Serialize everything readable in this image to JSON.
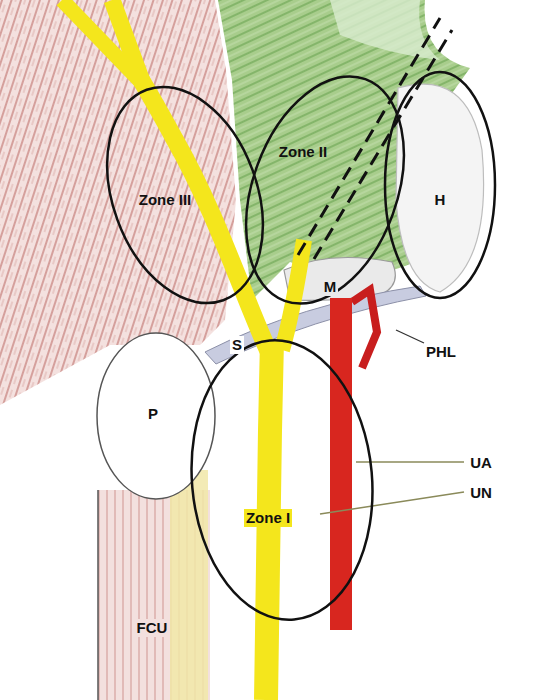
{
  "diagram": {
    "nodes": [
      {
        "text": [
          "Zone III"
        ]
      },
      {
        "text": [
          "Zone II"
        ]
      },
      {
        "text": [
          "H"
        ]
      },
      {
        "text": [
          "P"
        ]
      },
      {
        "text": [
          "Zone I"
        ]
      }
    ],
    "labels": [
      "M",
      "S",
      "PHL",
      "UA",
      "UN",
      "FCU"
    ]
  }
}
